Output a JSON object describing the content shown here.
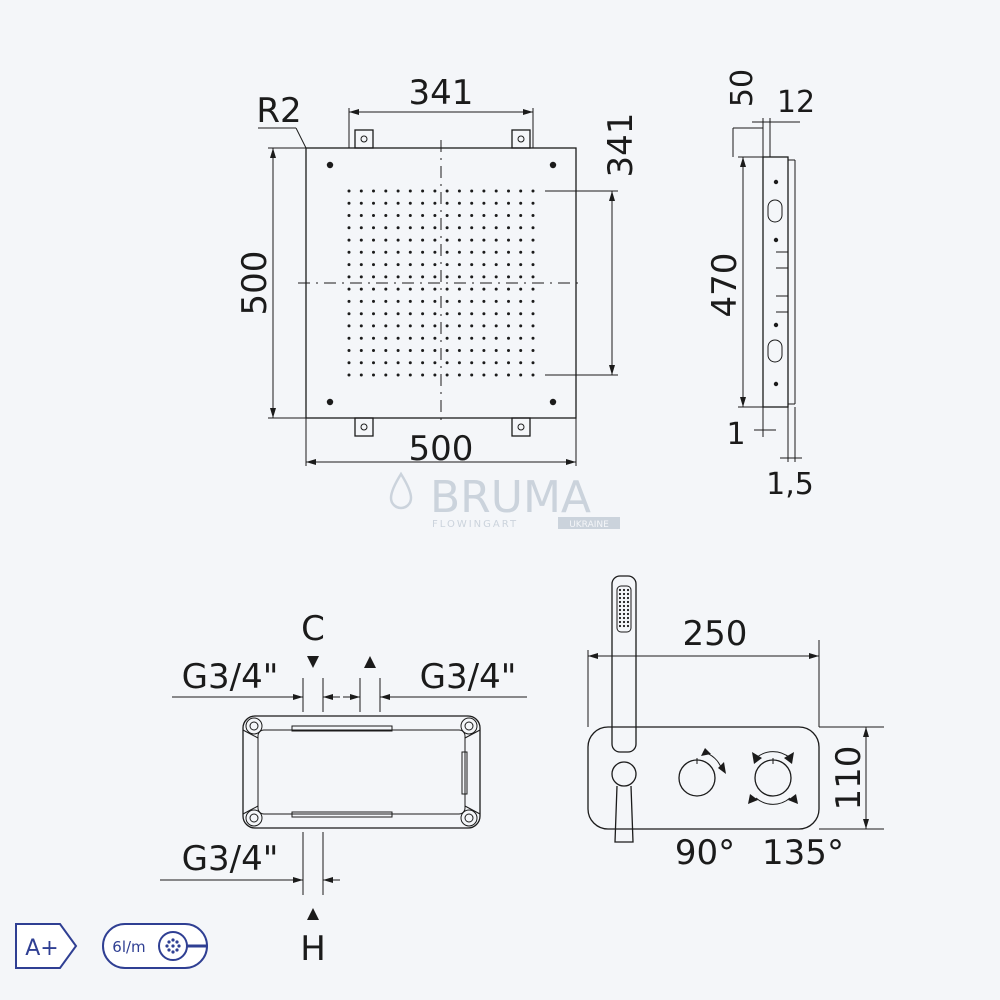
{
  "top_view": {
    "radius_label": "R2",
    "mount_width_label": "341",
    "mount_height_label": "341",
    "height_label": "500",
    "width_label": "500"
  },
  "side_view": {
    "label_50": "50",
    "label_12": "12",
    "height_label": "470",
    "label_1": "1",
    "label_1_5": "1,5"
  },
  "watermark": {
    "brand": "BRUMA",
    "tagline": "FLOWINGART",
    "region": "UKRAINE"
  },
  "connections_view": {
    "label_c": "C",
    "left_thread": "G3/4\"",
    "right_thread": "G3/4\"",
    "bottom_thread": "G3/4\"",
    "label_h": "H"
  },
  "mixer_view": {
    "width_label": "250",
    "height_label": "110",
    "angle_left": "90°",
    "angle_right": "135°"
  },
  "badges": {
    "energy_class": "A+",
    "flow_rate": "6l/m"
  },
  "colors": {
    "background": "#f4f6f9",
    "line": "#1b1b1b",
    "badge_accent": "#2f3f93",
    "watermark": "#c5ced8"
  }
}
